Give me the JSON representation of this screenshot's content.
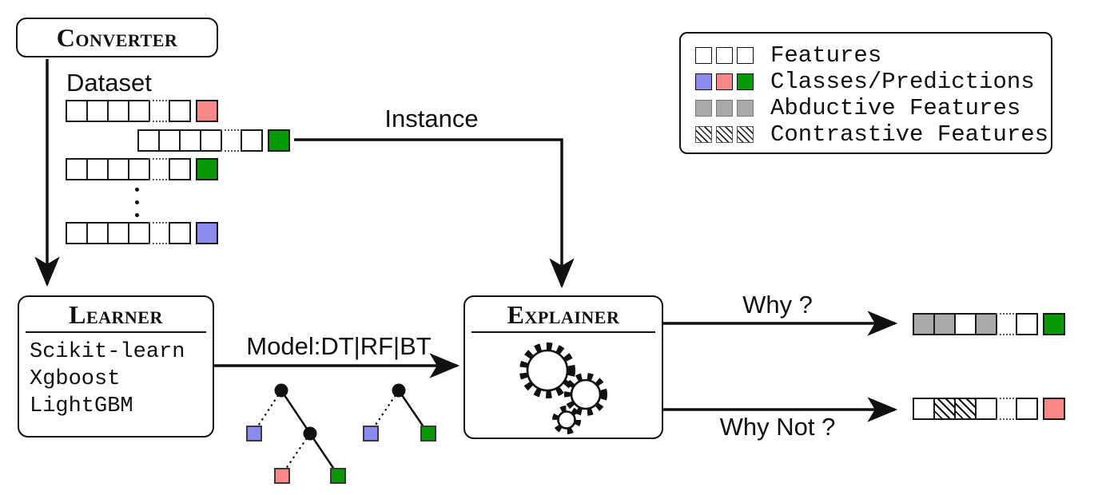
{
  "colors": {
    "class_blue": "#8b8bee",
    "class_red": "#fa8888",
    "class_green": "#089908",
    "abductive_gray": "#a9a9a9",
    "line_black": "#111111"
  },
  "converter": {
    "title": "Converter"
  },
  "dataset": {
    "label": "Dataset",
    "rows": [
      {
        "cells": [
          "w",
          "w",
          "w",
          "w",
          "dots",
          "w"
        ],
        "class": "red"
      },
      {
        "cells": [
          "w",
          "w",
          "w",
          "w",
          "dots",
          "w"
        ],
        "class": "green"
      },
      {
        "cells": [
          "w",
          "w",
          "w",
          "w",
          "dots",
          "w"
        ],
        "class": "green"
      },
      {
        "cells": [
          "w",
          "w",
          "w",
          "w",
          "dots",
          "w"
        ],
        "class": "blue"
      }
    ]
  },
  "arrows": {
    "instance_label": "Instance",
    "model_label": "Model:DT|RF|BT",
    "why_label": "Why ?",
    "why_not_label": "Why Not ?"
  },
  "learner": {
    "title": "Learner",
    "items": [
      "Scikit-learn",
      "Xgboost",
      "LightGBM"
    ]
  },
  "explainer": {
    "title": "Explainer"
  },
  "outputs": {
    "why": {
      "cells": [
        "g",
        "g",
        "w",
        "g",
        "dots",
        "w"
      ],
      "class": "green"
    },
    "why_not": {
      "cells": [
        "w",
        "h",
        "h",
        "w",
        "dots",
        "w"
      ],
      "class": "red"
    }
  },
  "legend": {
    "items": [
      {
        "swatch": "features",
        "label": "Features"
      },
      {
        "swatch": "classes",
        "label": "Classes/Predictions"
      },
      {
        "swatch": "abductive",
        "label": "Abductive Features"
      },
      {
        "swatch": "contrastive",
        "label": "Contrastive Features"
      }
    ]
  }
}
